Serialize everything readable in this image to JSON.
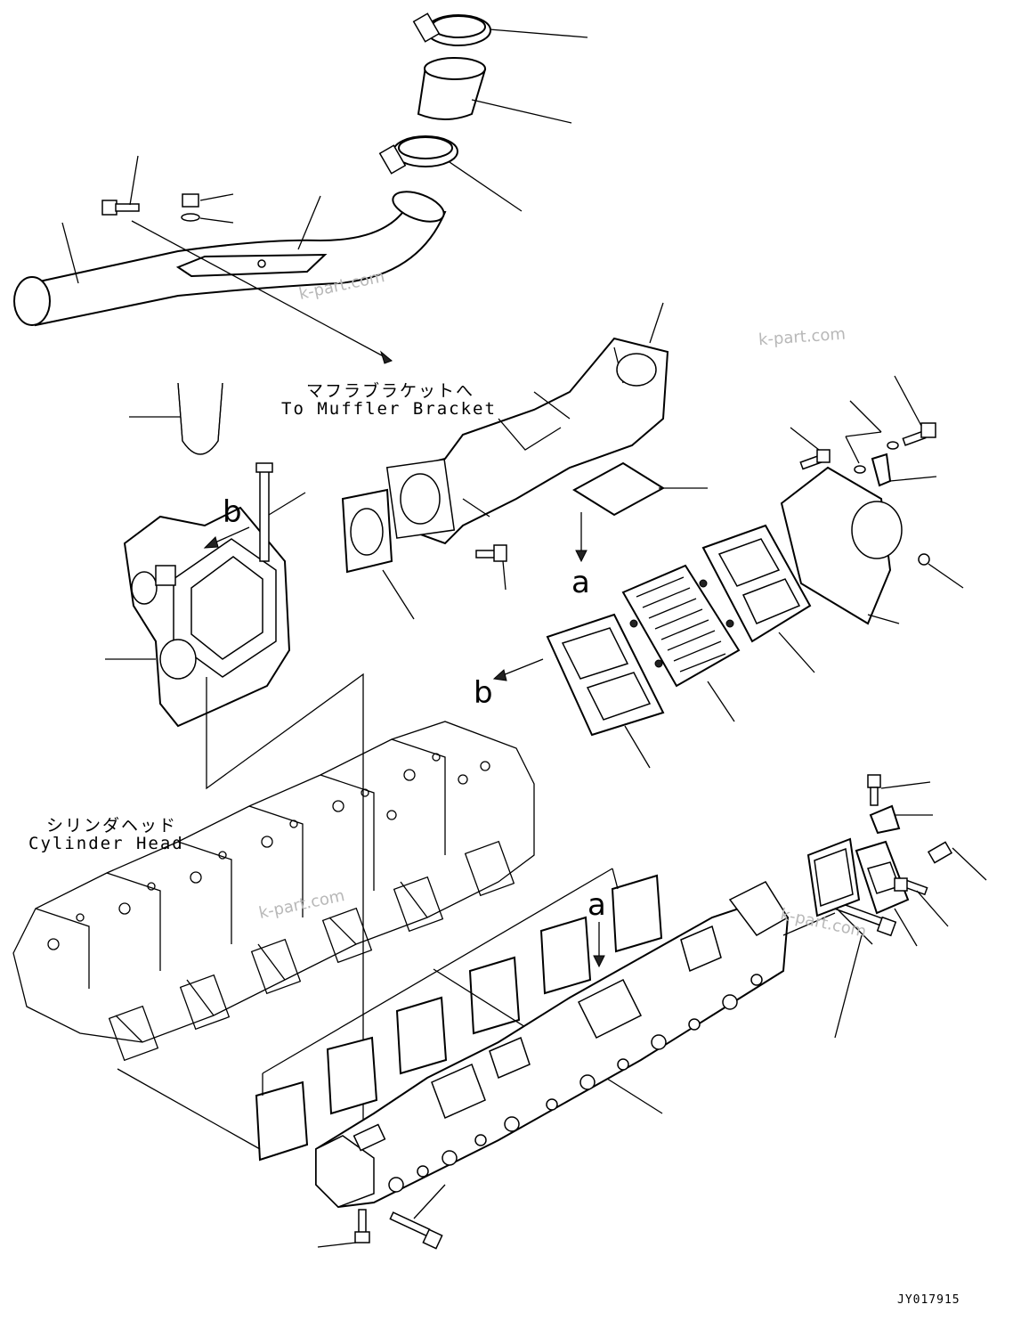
{
  "labels": {
    "muffler_bracket_jp": "マフラブラケットへ",
    "muffler_bracket_en": "To Muffler Bracket",
    "cylinder_head_jp": "シリンダヘッド",
    "cylinder_head_en": "Cylinder Head"
  },
  "reference_marks": {
    "a": "a",
    "b": "b"
  },
  "watermark": "k-part.com",
  "drawing_number": "JY017915"
}
